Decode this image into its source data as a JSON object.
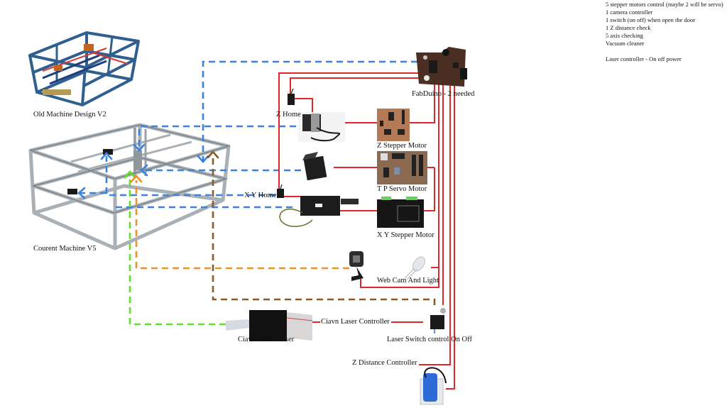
{
  "notes": {
    "lines": [
      "5 stepper motors control (maybe 2 will be servo)",
      "1 camera controller",
      "1 switch (on off) when open the door",
      "1 Z distance check",
      "5 axis checking",
      "Vacuum cleaner",
      "",
      "Laser controller - On off power"
    ]
  },
  "labels": {
    "old_machine": "Old Machine Design V2",
    "current_machine": "Courent Machine V5",
    "fabduino": "FabDuino - 2 needed",
    "z_home": "Z Home",
    "z_stepper": "Z Stepper Motor",
    "tp_servo": "T P Servo Motor",
    "xy_home": "X Y Home",
    "xy_stepper": "X Y Stepper Motor",
    "webcam": "Web Cam And Light",
    "laser_controller": "Ciavn Laser Controller",
    "laser_switch": "Laser Switch control On Off",
    "dioda_laser": "Ciavn Dioda Laser",
    "z_distance": "Z Distance Controller"
  },
  "colors": {
    "wire_red": "#e0262b",
    "dash_blue": "#3b82e0",
    "dash_orange": "#f0902a",
    "dash_brown": "#8a5a2b",
    "dash_green": "#5ee02a",
    "frame_blue": "#2e5f8f",
    "frame_gray": "#b8bec4"
  }
}
